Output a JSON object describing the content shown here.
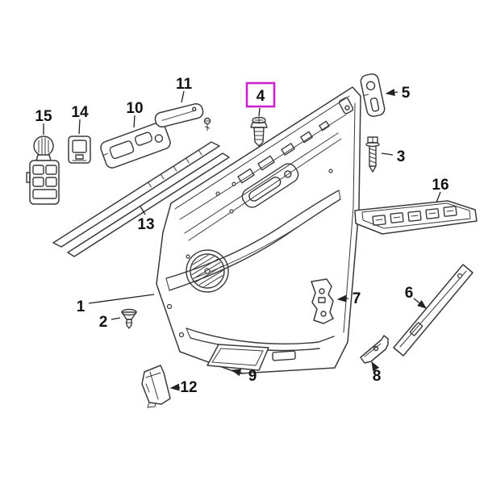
{
  "colors": {
    "bg": "#ffffff",
    "line": "#3a3a3a",
    "leader": "#222222",
    "highlight": "#cc22cc",
    "number": "#111111"
  },
  "callouts": {
    "c1": "1",
    "c2": "2",
    "c3": "3",
    "c4": "4",
    "c5": "5",
    "c6": "6",
    "c7": "7",
    "c8": "8",
    "c9": "9",
    "c10": "10",
    "c11": "11",
    "c12": "12",
    "c13": "13",
    "c14": "14",
    "c15": "15",
    "c16": "16"
  },
  "highlighted_callout": "4"
}
